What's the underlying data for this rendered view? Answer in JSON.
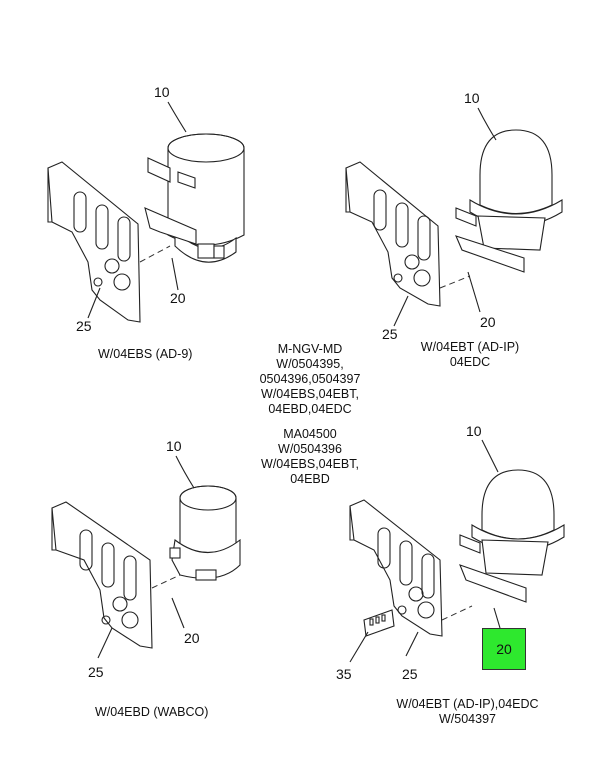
{
  "panels": [
    {
      "id": "top-left",
      "caption": [
        "W/04EBS (AD-9)"
      ],
      "callouts": {
        "dryer": "10",
        "bracket": "20",
        "plate": "25"
      }
    },
    {
      "id": "top-right",
      "caption": [
        "W/04EBT (AD-IP)",
        "04EDC"
      ],
      "callouts": {
        "dryer": "10",
        "bracket": "20",
        "plate": "25"
      }
    },
    {
      "id": "bottom-left",
      "caption": [
        "W/04EBD (WABCO)"
      ],
      "callouts": {
        "dryer": "10",
        "bracket": "20",
        "plate": "25"
      }
    },
    {
      "id": "bottom-right",
      "caption": [
        "W/04EBT (AD-IP),04EDC",
        "W/504397"
      ],
      "callouts": {
        "dryer": "10",
        "bracket": "20",
        "plate": "25",
        "connector": "35"
      }
    }
  ],
  "center_notes": [
    {
      "lines": [
        "M-NGV-MD",
        "W/0504395,",
        "0504396,0504397",
        "W/04EBS,04EBT,",
        "04EBD,04EDC"
      ]
    },
    {
      "lines": [
        "MA04500",
        "W/0504396",
        "W/04EBS,04EBT,",
        "04EBD"
      ]
    }
  ],
  "highlight": {
    "callout": "20",
    "color": "#2ee82e"
  }
}
